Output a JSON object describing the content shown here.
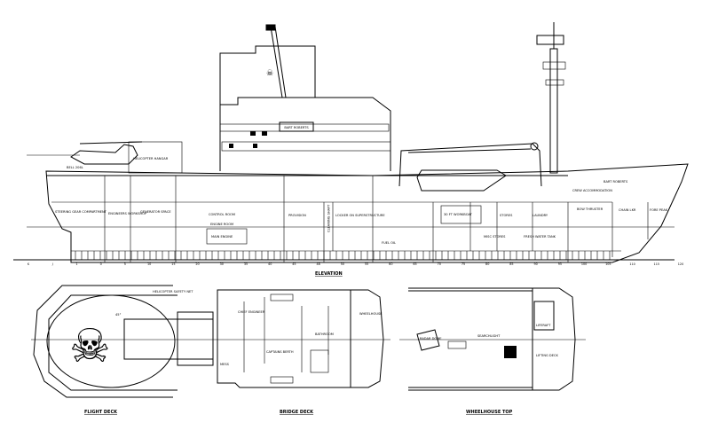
{
  "elevation": {
    "title": "ELEVATION",
    "name_board_bridge": "BART ROBERTS",
    "name_board_bow": "BART ROBERTS",
    "labels": {
      "helicopter": "BELL 206L",
      "hangar": "HELICOPTER HANGAR",
      "steering": "STEERING GEAR COMPARTMENT",
      "workshop": "ENGINEERS WORKSHOP",
      "generator": "GENERATOR SPACE",
      "control": "CONTROL ROOM",
      "engine_room": "ENGINE ROOM",
      "main_engine": "MAIN ENGINE",
      "provision": "PROVISION",
      "cleaning": "CLEANING SHAFT",
      "locker": "LOCKER ON SUPERSTRUCTURE",
      "workboat": "30 FT WORKBOAT",
      "stores": "STORES",
      "laundry": "LAUNDRY",
      "crew": "CREW ACCOMMODATION",
      "bow_thruster": "BOW THRUSTER",
      "chain": "CHAIN LKR",
      "fore_peak": "FORE PEAK",
      "fuel": "FUEL OIL",
      "fresh_water": "FRESH WATER TANK",
      "misc": "MISC STORES"
    },
    "frames": [
      "K",
      "J",
      "1",
      "0",
      "5",
      "10",
      "15",
      "20",
      "30",
      "35",
      "40",
      "45",
      "48",
      "50",
      "55",
      "60",
      "65",
      "70",
      "75",
      "80",
      "85",
      "90",
      "95",
      "100",
      "105",
      "110",
      "115",
      "120"
    ]
  },
  "plans": {
    "flight_deck": {
      "title": "FLIGHT DECK",
      "net": "HELICOPTER SAFETY NET",
      "angle": "45°"
    },
    "bridge_deck": {
      "title": "BRIDGE DECK",
      "wheelhouse": "WHEELHOUSE",
      "chief": "CHIEF ENGINEER",
      "captain": "CAPTAINS BERTH",
      "mess": "MESS",
      "bathroom": "BATHROOM"
    },
    "wheelhouse_top": {
      "title": "WHEELHOUSE TOP",
      "radar": "RADAR DOME",
      "searchlight": "SEARCHLIGHT",
      "liferaft": "LIFERAFT",
      "deck": "LIFTING DECK"
    }
  }
}
